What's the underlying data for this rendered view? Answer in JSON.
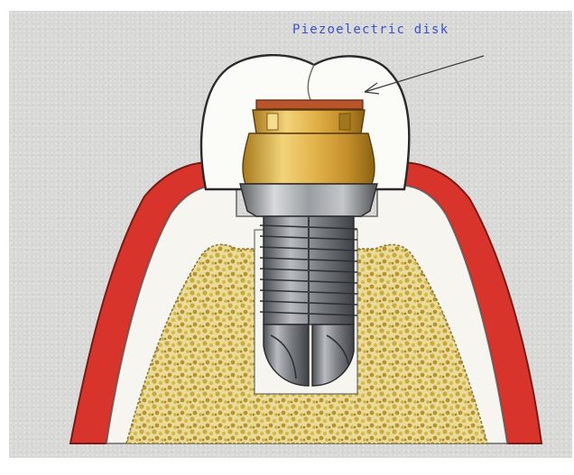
{
  "callout": {
    "label": "Piezoelectric disk"
  },
  "colors": {
    "background": "#d8d8d6",
    "gum": "#d9342b",
    "bone": "#d8c26a",
    "label": "#3a4fd0",
    "gold": "#d6a63a",
    "disk": "#b8552a",
    "metal": "#8e9296"
  },
  "icons": [
    "tooth-crown",
    "piezoelectric-disk",
    "implant-abutment",
    "threaded-implant-screw",
    "gum-tissue",
    "jaw-bone"
  ]
}
